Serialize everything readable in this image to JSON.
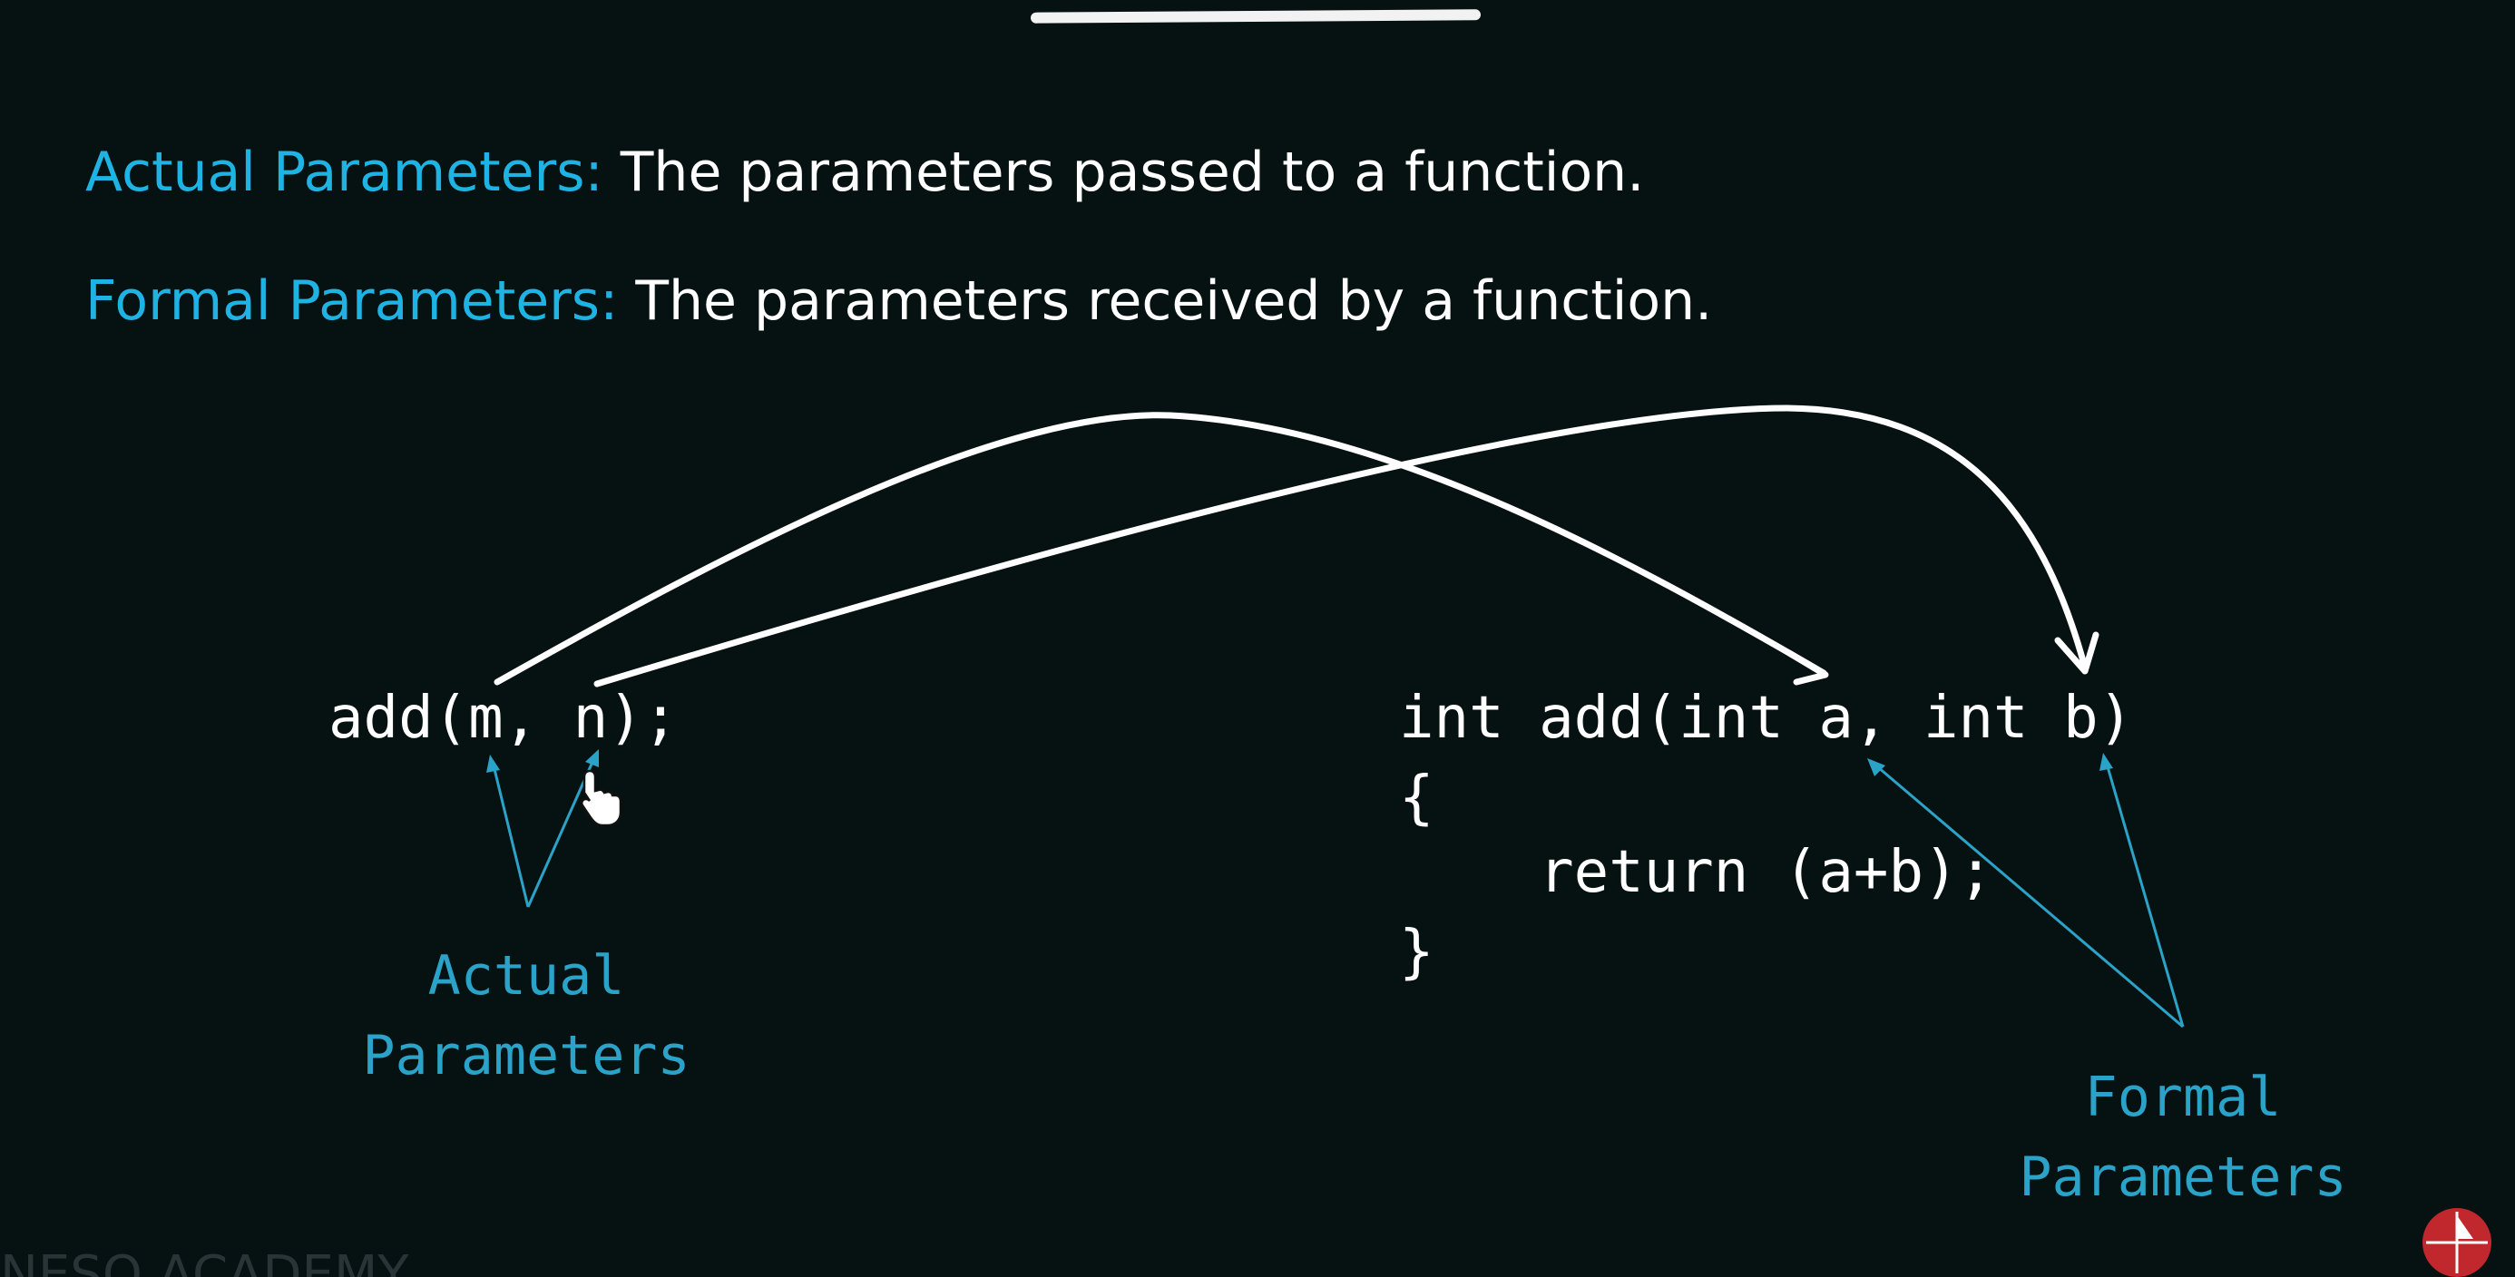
{
  "definitions": [
    {
      "term": "Actual Parameters:",
      "text": " The parameters passed to a function."
    },
    {
      "term": "Formal Parameters:",
      "text": " The parameters received by a function."
    }
  ],
  "code": {
    "call": "add(m, n);",
    "definition_lines": [
      "int add(int a, int b)",
      "{",
      "    return (a+b);",
      "}"
    ]
  },
  "labels": {
    "actual": [
      "Actual",
      "Parameters"
    ],
    "formal": [
      "Formal",
      "Parameters"
    ]
  },
  "watermark": "NESO ACADEMY",
  "colors": {
    "background": "#061112",
    "term": "#1fb3e3",
    "label": "#2ba3c8",
    "text": "#ffffff",
    "arrow_white": "#ffffff",
    "arrow_blue": "#2ba3c8",
    "logo": "#c0282e"
  },
  "icons": {
    "cursor": "hand-pointer-icon",
    "logo": "channel-logo-icon"
  }
}
